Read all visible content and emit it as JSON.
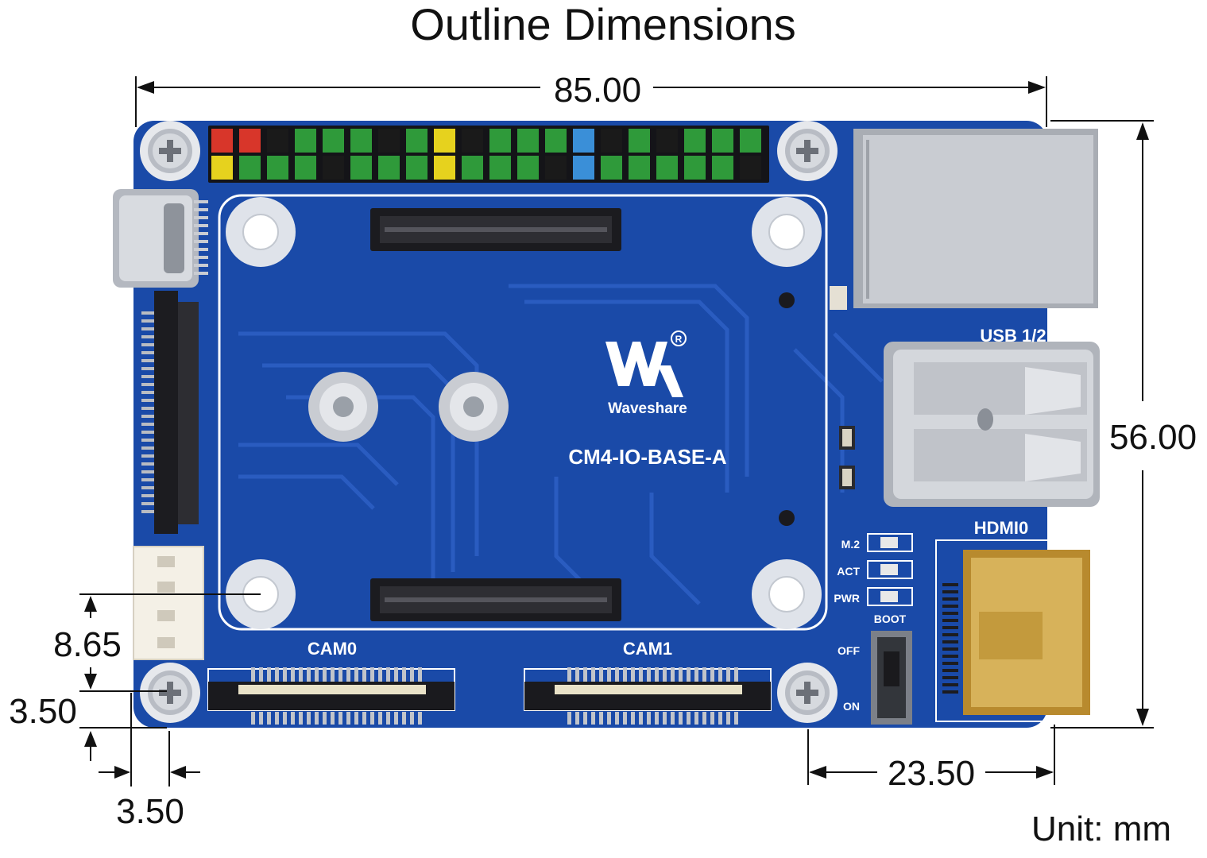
{
  "title": "Outline Dimensions",
  "board": {
    "model": "CM4-IO-BASE-A",
    "brand": "Waveshare",
    "labels": {
      "usb": "USB 1/2",
      "hdmi": "HDMI0",
      "cam0": "CAM0",
      "cam1": "CAM1",
      "led_m2": "M.2",
      "led_act": "ACT",
      "led_pwr": "PWR",
      "boot": "BOOT",
      "off": "OFF",
      "on": "ON"
    }
  },
  "dimensions": {
    "width": "85.00",
    "height": "56.00",
    "hdmi_offset": "23.50",
    "hole_to_connector": "8.65",
    "hole_offset_y": "3.50",
    "hole_offset_x": "3.50"
  },
  "unit_label": "Unit: mm",
  "colors": {
    "pcb": "#1a4aa8",
    "pcb_dark": "#163e8f",
    "trace": "#2a5cc0",
    "silkscreen": "#ffffff",
    "metal": "#c8ccd2",
    "header_green": "#2f9a3a",
    "header_red": "#d8362a",
    "header_yellow": "#e6d21e",
    "header_black": "#1a1a1a",
    "header_blue": "#3a8fd8"
  }
}
